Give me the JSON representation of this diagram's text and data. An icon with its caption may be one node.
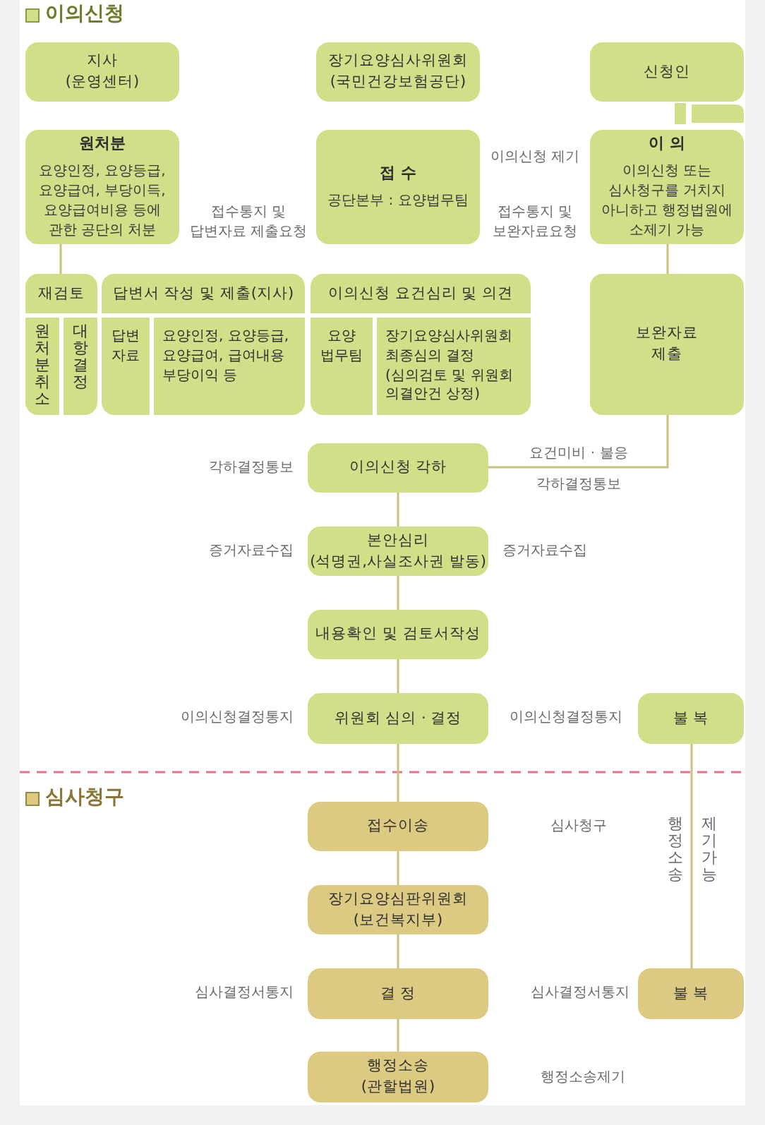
{
  "diagram": {
    "nodes": [
      {
        "text": [
          "지사 (운영센터)"
        ]
      },
      {
        "text": [
          "장기요양심사위원회 (국민건강보험공단)"
        ]
      },
      {
        "text": [
          "신청인"
        ]
      },
      {
        "text": [
          "원처분",
          "요양인정, 요양등급, 요양급여, 부당이득, 요양급여비용 등에 관한 공단의 처분"
        ]
      },
      {
        "text": [
          "접 수",
          "공단본부 : 요양법무팀"
        ]
      },
      {
        "text": [
          "이 의",
          "이의신청 또는 심사청구를 거치지 아니하고 행정법원에 소제기 가능"
        ]
      },
      {
        "text": [
          "재검토"
        ]
      },
      {
        "text": [
          "원처분취소"
        ],
        "in": 6
      },
      {
        "text": [
          "대항결정"
        ],
        "in": 6
      },
      {
        "text": [
          "답변서 작성 및 제출(지사)"
        ]
      },
      {
        "text": [
          "답변 자료"
        ],
        "in": 9
      },
      {
        "text": [
          "요양인정, 요양등급, 요양급여, 급여내용 부당이익 등"
        ],
        "in": 9
      },
      {
        "text": [
          "이의신청 요건심리 및 의견"
        ]
      },
      {
        "text": [
          "요양 법무팀"
        ],
        "in": 12
      },
      {
        "text": [
          "장기요양심사위원회 최종심의 결정 (심의검토 및 위원회 의결안건 상정)"
        ],
        "in": 12
      },
      {
        "text": [
          "보완자료 제출"
        ]
      },
      {
        "text": [
          "이의신청 각하"
        ],
        "beside": [
          "각하결정통보"
        ]
      },
      {
        "text": [
          "본안심리",
          "(석명권,사실조사권 발동)"
        ],
        "beside": [
          "증거자료수집",
          "증거자료수집"
        ]
      },
      {
        "text": [
          "내용확인 및 검토서작성"
        ]
      },
      {
        "text": [
          "위원회 심의 · 결정"
        ],
        "beside": [
          "이의신청결정통지"
        ]
      },
      {
        "text": [
          "불 복"
        ]
      },
      {
        "text": [
          "접수이송"
        ]
      },
      {
        "text": [
          "장기요양심판위원회 (보건복지부)"
        ]
      },
      {
        "text": [
          "결 정"
        ],
        "beside": [
          "심사결정서통지"
        ]
      },
      {
        "text": [
          "불 복"
        ]
      },
      {
        "text": [
          "행정소송 (관할법원)"
        ]
      }
    ],
    "edges": [
      {
        "from": 3,
        "to": 6,
        "arrow": "none"
      },
      {
        "from": 5,
        "to": 15,
        "arrow": "none"
      },
      {
        "from": 15,
        "to": 16,
        "arrow": "none"
      },
      {
        "from": 16,
        "to": 17,
        "arrow": "none"
      },
      {
        "from": 17,
        "to": 18,
        "arrow": "none"
      },
      {
        "from": 18,
        "to": 19,
        "arrow": "none"
      },
      {
        "from": 19,
        "to": 21,
        "arrow": "none"
      },
      {
        "from": 21,
        "to": 22,
        "arrow": "none"
      },
      {
        "from": 22,
        "to": 23,
        "arrow": "none"
      },
      {
        "from": 23,
        "to": 25,
        "arrow": "none"
      },
      {
        "from": 20,
        "to": 24,
        "arrow": "none"
      }
    ],
    "labels": [
      "이의신청",
      "이의신청 제기",
      "접수통지 및 답변자료 제출요청",
      "접수통지 및 보완자료요청",
      "요건미비 · 불응",
      "각하결정통보",
      "이의신청결정통지",
      "심사청구",
      "심사청구",
      "행정소송",
      "제기가능",
      "심사결정서통지",
      "행정소송제기"
    ]
  }
}
